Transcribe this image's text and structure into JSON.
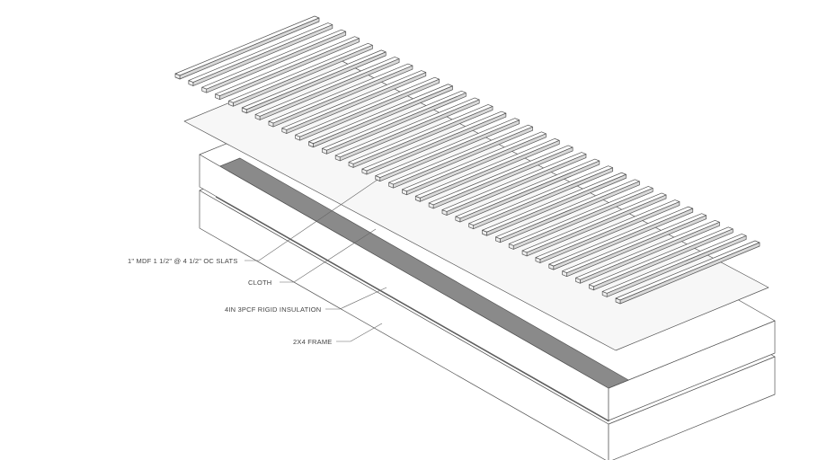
{
  "labels": {
    "slats": "1\" MDF 1 1/2\" @ 4 1/2\" OC SLATS",
    "cloth": "CLOTH",
    "insulation": "4IN 3PCF RIGID INSULATION",
    "frame": "2X4 FRAME"
  },
  "slat_count": 34,
  "colors": {
    "line": "#555555",
    "shadow": "#8a8a8a",
    "face": "#ffffff",
    "dark_face": "#b5b5b5"
  }
}
